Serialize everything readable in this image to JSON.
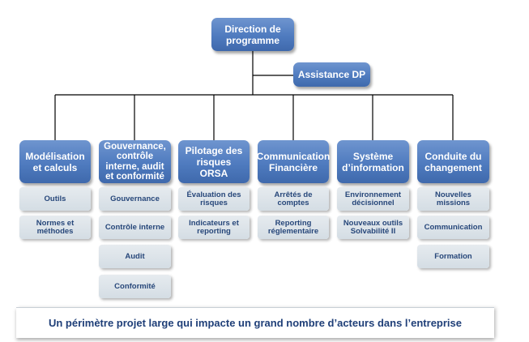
{
  "top": {
    "label": "Direction de programme"
  },
  "assistant": {
    "label": "Assistance DP"
  },
  "columns": [
    {
      "head": "Modélisation et calculs",
      "items": [
        "Outils",
        "Normes et méthodes"
      ]
    },
    {
      "head": "Gouvernance, contrôle interne, audit et conformité",
      "items": [
        "Gouvernance",
        "Contrôle interne",
        "Audit",
        "Conformité"
      ]
    },
    {
      "head": "Pilotage des risques ORSA",
      "items": [
        "Évaluation des risques",
        "Indicateurs et reporting"
      ]
    },
    {
      "head": "Communication Financière",
      "items": [
        "Arrêtés de comptes",
        "Reporting réglementaire"
      ]
    },
    {
      "head": "Système d’information",
      "items": [
        "Environnement décisionnel",
        "Nouveaux outils Solvabilité II"
      ]
    },
    {
      "head": "Conduite du changement",
      "items": [
        "Nouvelles missions",
        "Communication",
        "Formation"
      ]
    }
  ],
  "footer": {
    "text": "Un périmètre projet large qui impacte un grand nombre d’acteurs dans l’entreprise"
  },
  "colors": {
    "head_fill": "#4f7bbf",
    "sub_fill": "#d9e0e6",
    "sub_text": "#27477a",
    "footer_text": "#1f3f78"
  }
}
